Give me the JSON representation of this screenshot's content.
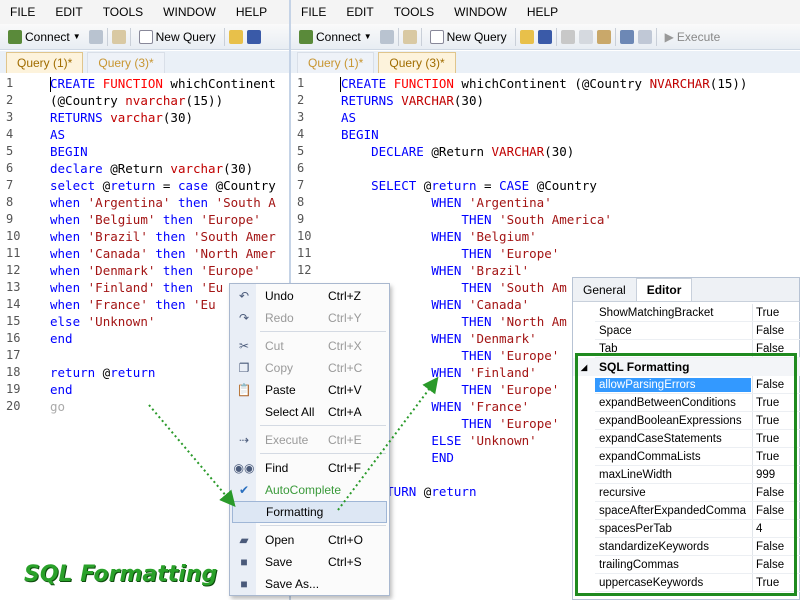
{
  "menu": [
    "FILE",
    "EDIT",
    "TOOLS",
    "WINDOW",
    "HELP"
  ],
  "toolbar": {
    "connect": "Connect",
    "new_query": "New Query",
    "execute": "Execute"
  },
  "left": {
    "tabs": [
      "Query (1)*",
      "Query (3)*"
    ],
    "line_numbers": [
      "1",
      "2",
      "3",
      "4",
      "5",
      "6",
      "7",
      "8",
      "9",
      "10",
      "11",
      "12",
      "13",
      "14",
      "15",
      "16",
      "17",
      "18",
      "19",
      "20"
    ],
    "code": [
      "CREATE FUNCTION whichContinent",
      "(@Country nvarchar(15))",
      "RETURNS varchar(30)",
      "AS",
      "BEGIN",
      "declare @Return varchar(30)",
      "select @return = case @Country",
      "when 'Argentina' then 'South A",
      "when 'Belgium' then 'Europe'",
      "when 'Brazil' then 'South Amer",
      "when 'Canada' then 'North Amer",
      "when 'Denmark' then 'Europe'",
      "when 'Finland' then 'Eu",
      "when 'France' then 'Eu",
      "else 'Unknown'",
      "end",
      "",
      "return @return",
      "end",
      "go"
    ]
  },
  "right": {
    "tabs": [
      "Query (1)*",
      "Query (3)*"
    ],
    "line_numbers": [
      "1",
      "2",
      "3",
      "4",
      "5",
      "6",
      "7",
      "8",
      "9",
      "10",
      "11",
      "12"
    ],
    "code": [
      "CREATE FUNCTION whichContinent (@Country NVARCHAR(15))",
      "RETURNS VARCHAR(30)",
      "AS",
      "BEGIN",
      "    DECLARE @Return VARCHAR(30)",
      "",
      "    SELECT @return = CASE @Country",
      "            WHEN 'Argentina'",
      "                THEN 'South America'",
      "            WHEN 'Belgium'",
      "                THEN 'Europe'",
      "            WHEN 'Brazil'",
      "                THEN 'South Am",
      "            WHEN 'Canada'",
      "                THEN 'North Am",
      "            WHEN 'Denmark'",
      "                THEN 'Europe'",
      "            WHEN 'Finland'",
      "                THEN 'Europe'",
      "            WHEN 'France'",
      "                THEN 'Europe'",
      "            ELSE 'Unknown'",
      "            END",
      "",
      "    RETURN @return"
    ]
  },
  "context_menu": [
    {
      "label": "Undo",
      "shortcut": "Ctrl+Z",
      "icon": "undo-icon",
      "state": "normal"
    },
    {
      "label": "Redo",
      "shortcut": "Ctrl+Y",
      "icon": "redo-icon",
      "state": "disabled"
    },
    {
      "label": "Cut",
      "shortcut": "Ctrl+X",
      "icon": "scissors-icon",
      "state": "disabled"
    },
    {
      "label": "Copy",
      "shortcut": "Ctrl+C",
      "icon": "copy-icon",
      "state": "disabled"
    },
    {
      "label": "Paste",
      "shortcut": "Ctrl+V",
      "icon": "paste-icon",
      "state": "normal"
    },
    {
      "label": "Select All",
      "shortcut": "Ctrl+A",
      "icon": "",
      "state": "normal"
    },
    {
      "label": "Execute",
      "shortcut": "Ctrl+E",
      "icon": "execute-icon",
      "state": "disabled"
    },
    {
      "label": "Find",
      "shortcut": "Ctrl+F",
      "icon": "binoculars-icon",
      "state": "normal"
    },
    {
      "label": "AutoComplete",
      "shortcut": "",
      "icon": "check-icon",
      "state": "green"
    },
    {
      "label": "Formatting",
      "shortcut": "",
      "icon": "",
      "state": "highlighted"
    },
    {
      "label": "Open",
      "shortcut": "Ctrl+O",
      "icon": "folder-icon",
      "state": "normal"
    },
    {
      "label": "Save",
      "shortcut": "Ctrl+S",
      "icon": "floppy-icon",
      "state": "normal"
    },
    {
      "label": "Save As...",
      "shortcut": "",
      "icon": "floppy-icon",
      "state": "normal"
    }
  ],
  "properties": {
    "tabs": [
      "General",
      "Editor"
    ],
    "rows_before": [
      {
        "name": "ShowMatchingBracket",
        "value": "True"
      },
      {
        "name": "Space",
        "value": "False"
      },
      {
        "name": "Tab",
        "value": "False"
      }
    ],
    "group": "SQL Formatting",
    "rows": [
      {
        "name": "allowParsingErrors",
        "value": "False"
      },
      {
        "name": "expandBetweenConditions",
        "value": "True"
      },
      {
        "name": "expandBooleanExpressions",
        "value": "True"
      },
      {
        "name": "expandCaseStatements",
        "value": "True"
      },
      {
        "name": "expandCommaLists",
        "value": "True"
      },
      {
        "name": "maxLineWidth",
        "value": "999"
      },
      {
        "name": "recursive",
        "value": "False"
      },
      {
        "name": "spaceAfterExpandedComma",
        "value": "False"
      },
      {
        "name": "spacesPerTab",
        "value": "4"
      },
      {
        "name": "standardizeKeywords",
        "value": "False"
      },
      {
        "name": "trailingCommas",
        "value": "False"
      },
      {
        "name": "uppercaseKeywords",
        "value": "True"
      }
    ]
  },
  "caption": "SQL Formatting",
  "colors": {
    "accent_green": "#1f8a1f",
    "caption_green": "#2aa12a",
    "keyword_blue": "#0000ff",
    "function_red": "#ff0000",
    "string_red": "#a31515"
  }
}
